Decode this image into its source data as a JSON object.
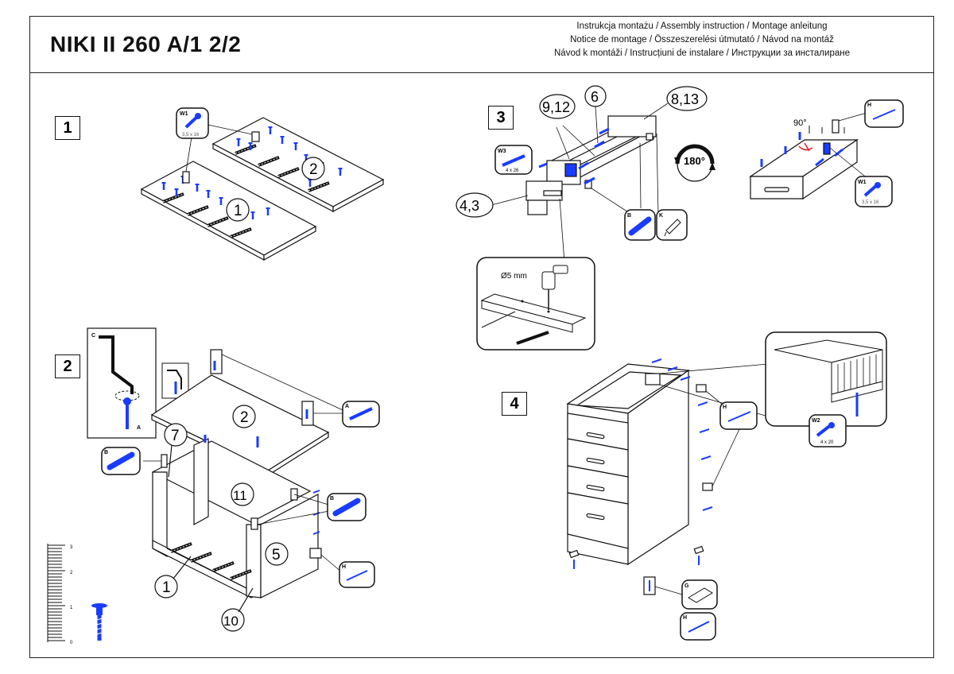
{
  "header": {
    "title": "NIKI II 260 A/1 2/2",
    "languages_line1": "Instrukcja montażu / Assembly instruction / Montage anleitung",
    "languages_line2": "Notice de montage / Összeszerelési útmutató / Návod na montáž",
    "languages_line3": "Návod k montáži / Instrucțiuni de instalare / Инструкции за инсталиране"
  },
  "steps": {
    "s1": "1",
    "s2": "2",
    "s3": "3",
    "s4": "4"
  },
  "parts": {
    "p1": "1",
    "p2": "2",
    "p5": "5",
    "p7": "7",
    "p10": "10",
    "p11": "11",
    "p2b": "2",
    "p1b": "1",
    "p912": "9,12",
    "p6": "6",
    "p813": "8,13",
    "p43": "4,3"
  },
  "hardware": {
    "w1": "W1",
    "w1_size": "3,5 x 16",
    "w3": "W3",
    "w3_size": "4 x 26",
    "w2": "W2",
    "w2_size": "4 x 20",
    "a": "A",
    "b": "B",
    "c": "C",
    "g": "G",
    "h": "H",
    "k": "K"
  },
  "annotations": {
    "rotate": "180°",
    "angle": "90°",
    "drill": "Ø5 mm"
  },
  "scale": {
    "t1": "3",
    "t2": "2",
    "t3": "1",
    "t4": "0"
  }
}
